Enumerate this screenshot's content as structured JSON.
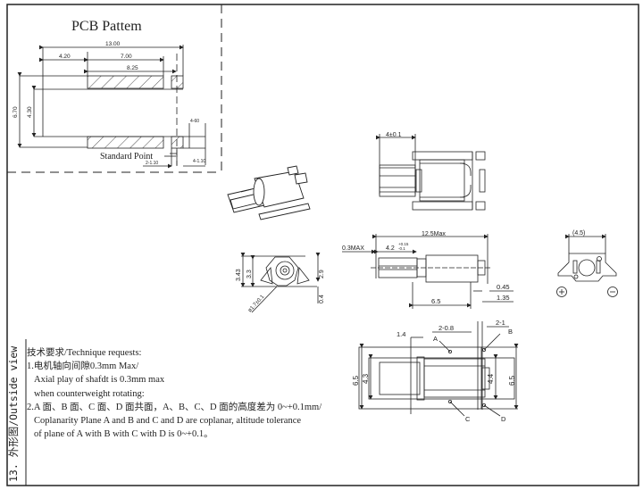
{
  "pcb_pattern": {
    "title": "PCB Pattem",
    "dims": {
      "overall_length": "13.00",
      "left_gap": "4.20",
      "pad_length": "7.00",
      "pad_span": "8.25",
      "outer_height": "6.70",
      "inner_height": "4.30",
      "small_pad_w": "4-60",
      "small_pad_h": "4-1.10",
      "offset": "2-1.10"
    },
    "standard_point_label": "Standard Point"
  },
  "top_view": {
    "dims": {
      "shaft_length": "4±0.1"
    }
  },
  "side_view": {
    "dims": {
      "total_length": "12.5Max",
      "axial_play": "0.3MAX",
      "shaft_exposed": "4.2",
      "shaft_exposed_tol_upper": "+0.15",
      "shaft_exposed_tol_lower": "-0.1",
      "body_length": "6.5",
      "rear_a": "0.45",
      "rear_b": "1.35"
    }
  },
  "end_view_left": {
    "dims": {
      "overall_height": "3.43",
      "body_height": "3.3",
      "center_height": "2.9",
      "foot_height": "0.4",
      "weight_diameter": "ø1.7±0.1"
    }
  },
  "end_view_right": {
    "dims": {
      "width": "(4.5)"
    },
    "terminals": {
      "positive": "+",
      "negative": "−"
    }
  },
  "bottom_view": {
    "dims": {
      "left_offset": "1.4",
      "pad_a_spacing": "2-0.8",
      "pad_b_width": "2-1",
      "outer_height": "6.5",
      "inner_height": "4.3",
      "right_inner": "4.4",
      "right_outer": "6.5"
    },
    "planes": [
      "A",
      "B",
      "C",
      "D"
    ]
  },
  "notes": {
    "header": "技术要求/Technique requests:",
    "lines": [
      "1.电机轴向间隙0.3mm Max/",
      "Axial play of shafdt is 0.3mm max",
      "when counterweight rotating:",
      "2.A 面、B 面、C 面、D 面共面，A、B、C、D 面的高度差为 0~+0.1mm/",
      "Coplanarity Plane A and B and C and D are coplanar, altitude tolerance",
      "of plane of A with B with C with D is 0~+0.1。"
    ]
  },
  "side_label": "13. 外形图/Outside view"
}
